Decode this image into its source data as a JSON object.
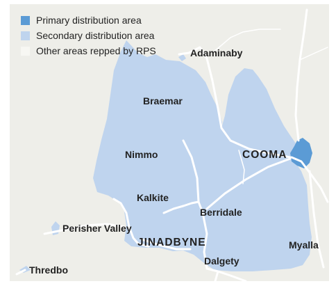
{
  "legend": {
    "items": [
      {
        "label": "Primary distribution area",
        "color": "#5b9bd5"
      },
      {
        "label": "Secondary distribution area",
        "color": "#bfd4ee"
      },
      {
        "label": "Other areas repped by RPS",
        "color": "#f7f7f3"
      }
    ]
  },
  "places": {
    "adaminaby": "Adaminaby",
    "braemar": "Braemar",
    "nimmo": "Nimmo",
    "cooma": "COOMA",
    "kalkite": "Kalkite",
    "berridale": "Berridale",
    "perisher_valley": "Perisher Valley",
    "jindabyne": "JINADBYNE",
    "myalla": "Myalla",
    "dalgety": "Dalgety",
    "thredbo": "Thredbo"
  },
  "colors": {
    "background": "#eeeee9",
    "primary": "#5b9bd5",
    "secondary": "#bfd4ee",
    "roads": "#ffffff"
  }
}
